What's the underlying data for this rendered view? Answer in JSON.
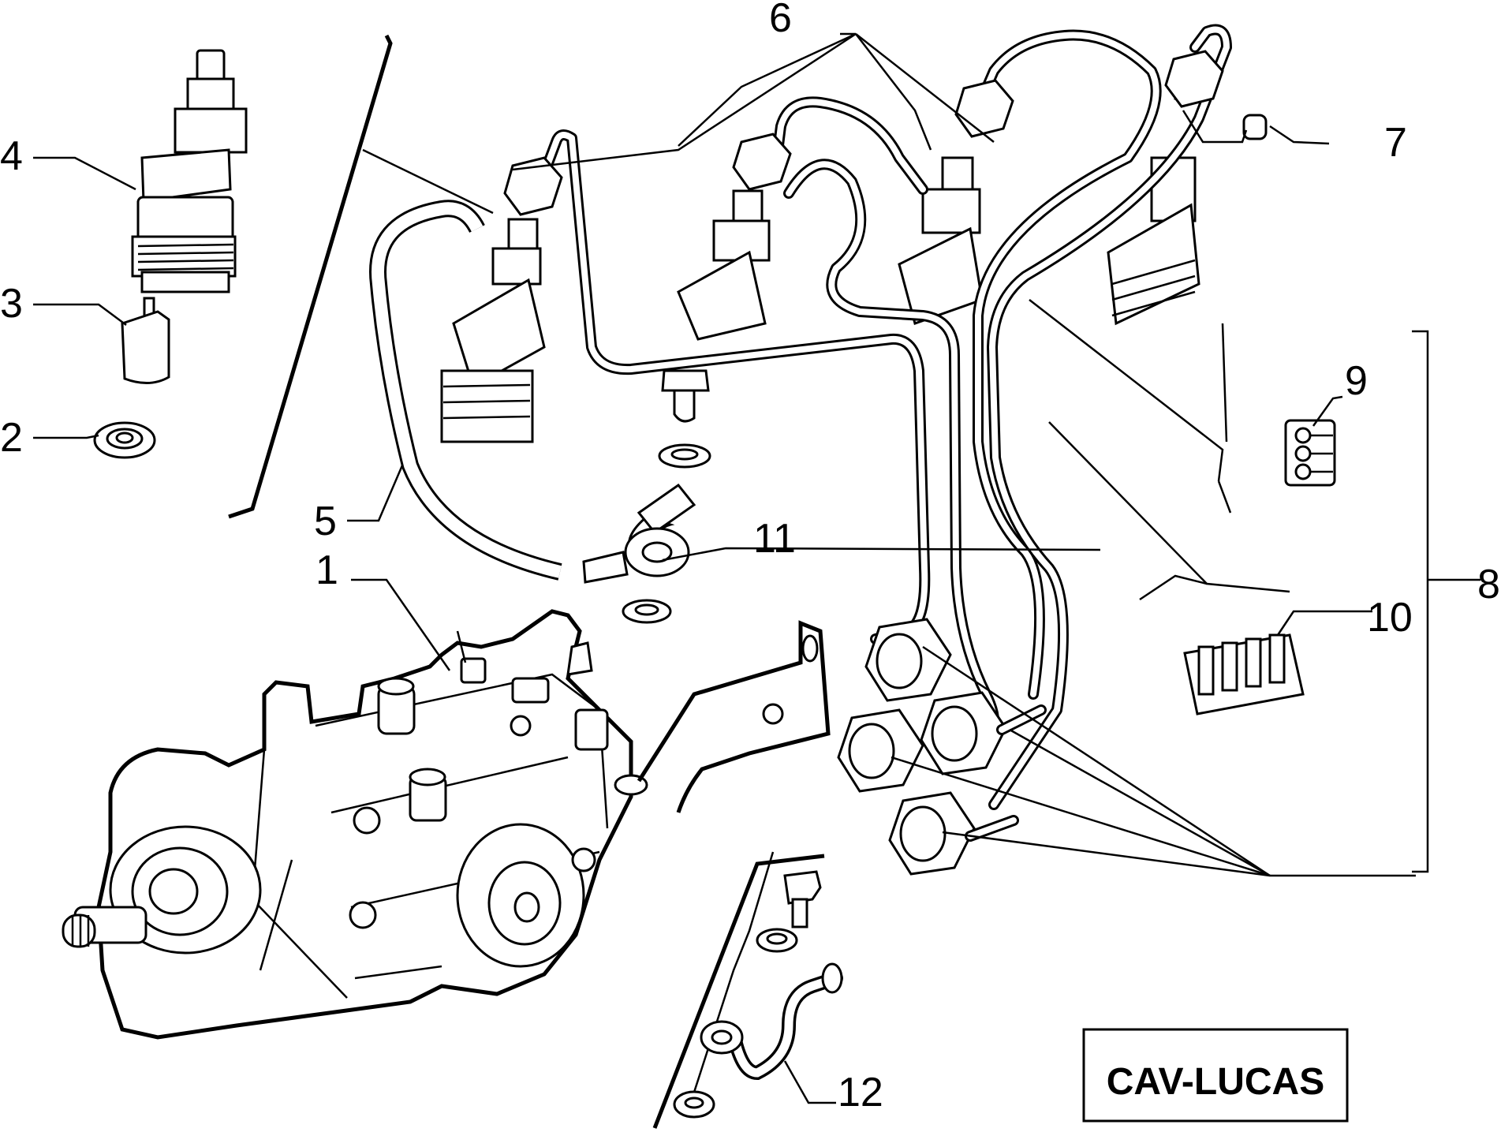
{
  "callouts": [
    {
      "id": "c1",
      "text": "1"
    },
    {
      "id": "c2",
      "text": "2"
    },
    {
      "id": "c3",
      "text": "3"
    },
    {
      "id": "c4",
      "text": "4"
    },
    {
      "id": "c5",
      "text": "5"
    },
    {
      "id": "c6",
      "text": "6"
    },
    {
      "id": "c7",
      "text": "7"
    },
    {
      "id": "c8",
      "text": "8"
    },
    {
      "id": "c9",
      "text": "9"
    },
    {
      "id": "c10",
      "text": "10"
    },
    {
      "id": "c11",
      "text": "11"
    },
    {
      "id": "c12",
      "text": "12"
    }
  ],
  "brand_label": "CAV-LUCAS"
}
